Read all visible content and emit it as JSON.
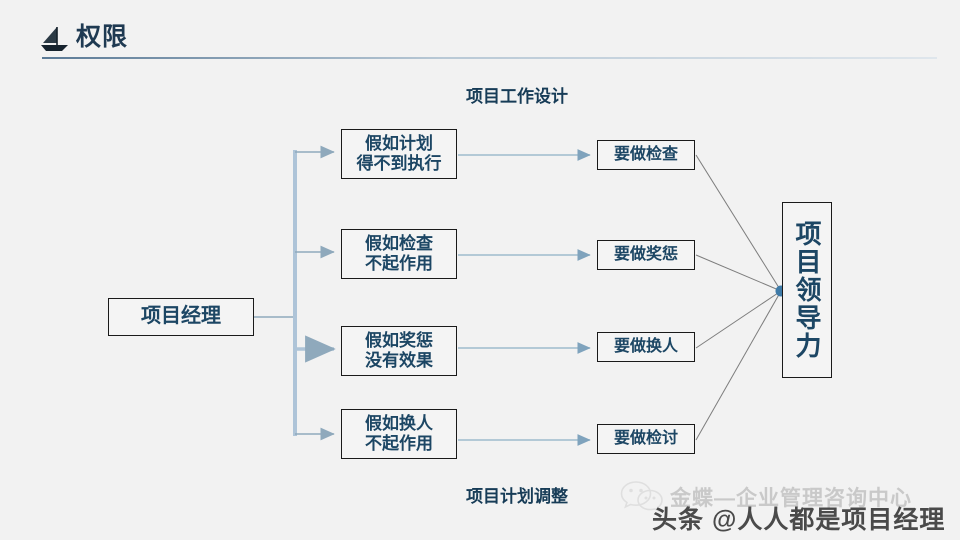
{
  "header": {
    "title": "权限",
    "icon": "sailboat-icon"
  },
  "captions": {
    "top": "项目工作设计",
    "bottom": "项目计划调整"
  },
  "root_node": {
    "label": "项目经理"
  },
  "cause_nodes": [
    {
      "line1": "假如计划",
      "line2": "得不到执行"
    },
    {
      "line1": "假如检查",
      "line2": "不起作用"
    },
    {
      "line1": "假如奖惩",
      "line2": "没有效果"
    },
    {
      "line1": "假如换人",
      "line2": "不起作用"
    }
  ],
  "action_nodes": [
    {
      "label": "要做检查"
    },
    {
      "label": "要做奖惩"
    },
    {
      "label": "要做换人"
    },
    {
      "label": "要做检讨"
    }
  ],
  "outcome_node": {
    "label": "项目领导力"
  },
  "watermark": {
    "upper": "金蝶—企业管理咨询中心",
    "lower": "头条 @人人都是项目经理",
    "icon": "wechat-icon"
  },
  "colors": {
    "background": "#f2f2f2",
    "title_text": "#1f3a52",
    "node_text": "#1c4664",
    "node_border": "#1a1a1a",
    "trunk_connector": "#aec4d8",
    "branch_connector": "#8fa9bc",
    "converge_line": "#7d7d7d",
    "converge_dot": "#3f7ba8",
    "header_rule": "#5b7a96"
  }
}
